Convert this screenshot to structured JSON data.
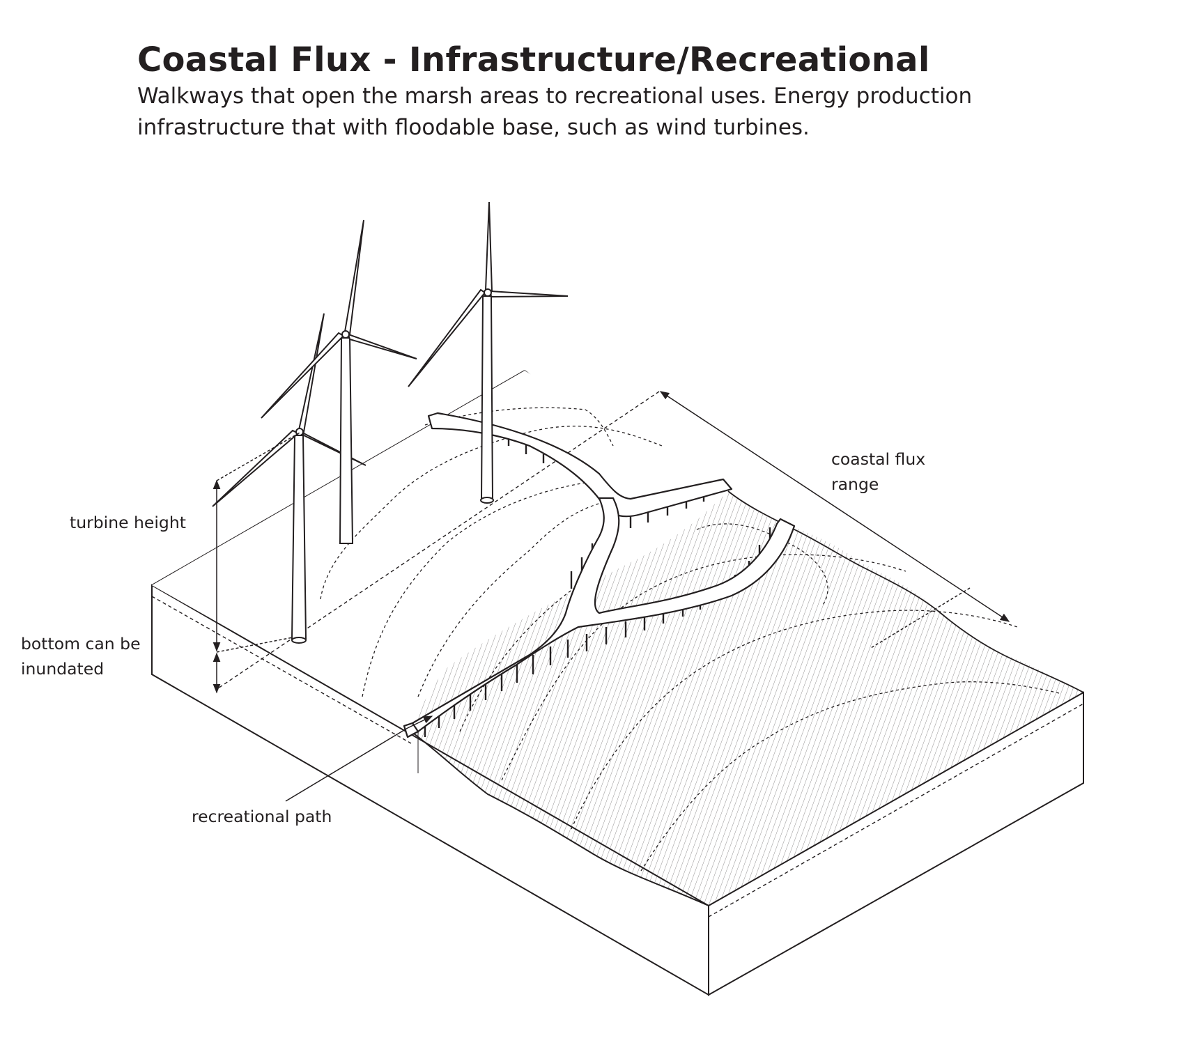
{
  "header": {
    "title": "Coastal Flux - Infrastructure/Recreational",
    "description_lines": [
      "Walkways that open the marsh areas to recreational uses. Energy production",
      "infrastructure that with floodable base, such as wind turbines."
    ]
  },
  "labels": {
    "coastal_flux_range": [
      "coastal flux",
      "range"
    ],
    "turbine_height": "turbine height",
    "bottom_inundated": [
      "bottom can be",
      "inundated"
    ],
    "recreational_path": "recreational path"
  },
  "colors": {
    "ink": "#231f20",
    "background": "#ffffff"
  }
}
